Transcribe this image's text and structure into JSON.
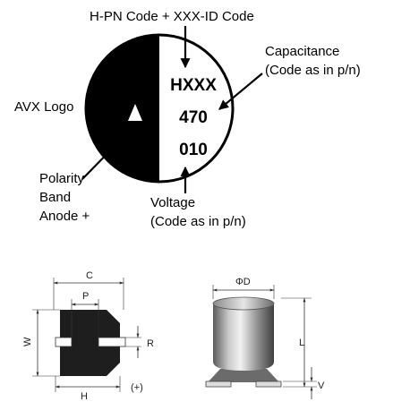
{
  "top_diagram": {
    "callouts": {
      "hpn_code": "H-PN Code + XXX-ID Code",
      "capacitance_line1": "Capacitance",
      "capacitance_line2": "(Code as in p/n)",
      "avx_logo": "AVX Logo",
      "polarity_line1": "Polarity",
      "polarity_line2": "Band",
      "polarity_line3": "Anode +",
      "voltage_line1": "Voltage",
      "voltage_line2": "(Code as in p/n)"
    },
    "marking": {
      "line1": "HXXX",
      "line2": "470",
      "line3": "010"
    },
    "colors": {
      "band": "#000000",
      "background": "#ffffff"
    }
  },
  "footprint": {
    "labels": {
      "c": "C",
      "p": "P",
      "w": "W",
      "r": "R",
      "h": "H",
      "plus": "(+)"
    },
    "body_color": "#1e1e1e"
  },
  "side_view": {
    "labels": {
      "d": "ΦD",
      "l": "L",
      "v": "V"
    }
  }
}
